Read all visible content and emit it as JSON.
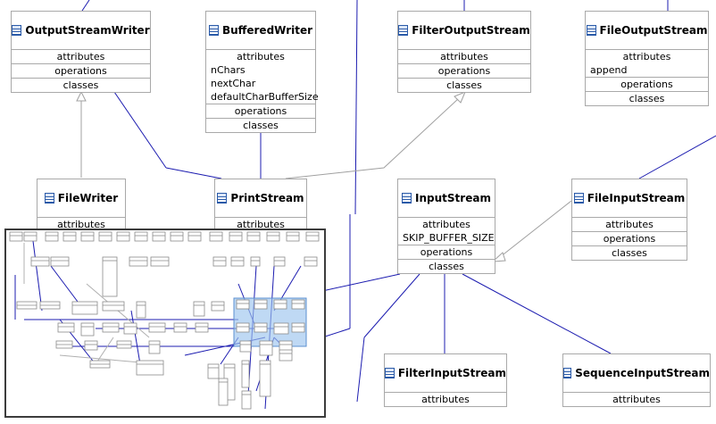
{
  "section_labels": {
    "attributes": "attributes",
    "operations": "operations",
    "classes": "classes"
  },
  "classes": [
    {
      "id": "OutputStreamWriter",
      "name": "OutputStreamWriter",
      "attributes": []
    },
    {
      "id": "BufferedWriter",
      "name": "BufferedWriter",
      "attributes": [
        "nChars",
        "nextChar",
        "defaultCharBufferSize"
      ]
    },
    {
      "id": "FilterOutputStream",
      "name": "FilterOutputStream",
      "attributes": []
    },
    {
      "id": "FileOutputStream",
      "name": "FileOutputStream",
      "attributes": [
        "append"
      ]
    },
    {
      "id": "FileWriter",
      "name": "FileWriter",
      "attributes": []
    },
    {
      "id": "PrintStream",
      "name": "PrintStream",
      "attributes": []
    },
    {
      "id": "InputStream",
      "name": "InputStream",
      "attributes": [
        "SKIP_BUFFER_SIZE"
      ]
    },
    {
      "id": "FileInputStream",
      "name": "FileInputStream",
      "attributes": []
    },
    {
      "id": "FilterInputStream",
      "name": "FilterInputStream",
      "attributes": []
    },
    {
      "id": "SequenceInputStream",
      "name": "SequenceInputStream",
      "attributes": []
    }
  ],
  "colors": {
    "association": "#1c1cb0",
    "generalization": "#a0a0a0",
    "box_border": "#a9a9a9",
    "viewport": "#9cc4ee"
  }
}
